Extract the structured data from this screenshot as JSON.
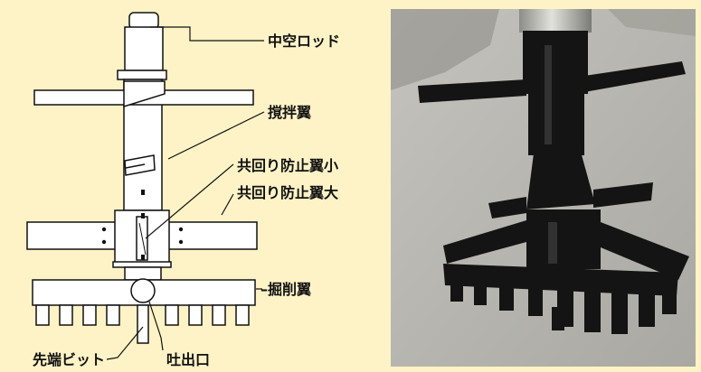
{
  "labels": {
    "hollow_rod": "中空ロッド",
    "mixing_blade": "撹拌翼",
    "anti_corotation_small": "共回り防止翼小",
    "anti_corotation_large": "共回り防止翼大",
    "excavation_blade": "掘削翼",
    "tip_bit": "先端ビット",
    "discharge_port": "吐出口"
  },
  "colors": {
    "background": "#fdf3c6",
    "line": "#111111",
    "photo_floor": "#b9b8b2",
    "tool_metal": "#141414"
  }
}
